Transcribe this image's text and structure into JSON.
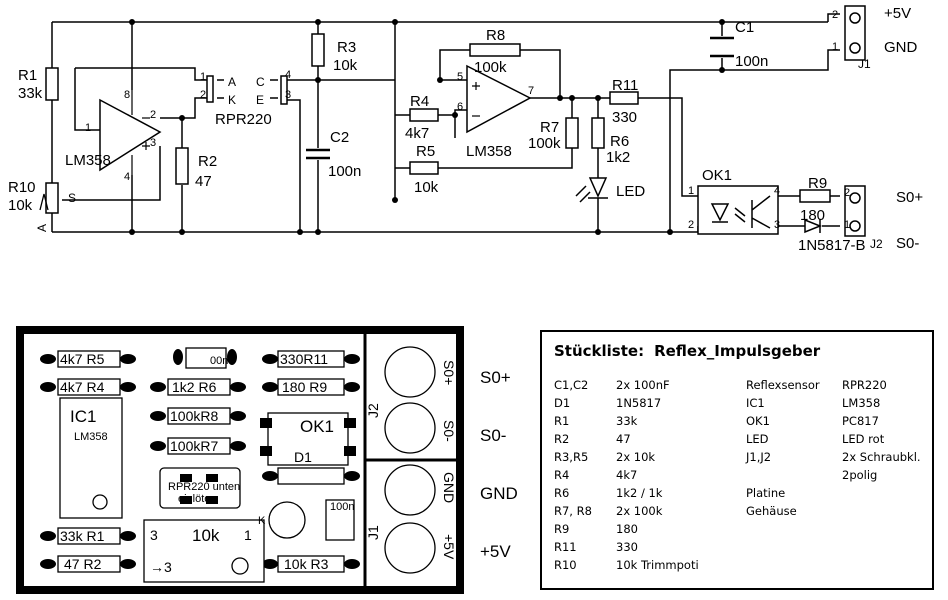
{
  "schematic": {
    "components": {
      "R1": {
        "ref": "R1",
        "value": "33k"
      },
      "R2": {
        "ref": "R2",
        "value": "47"
      },
      "R3": {
        "ref": "R3",
        "value": "10k"
      },
      "R4": {
        "ref": "R4",
        "value": "4k7"
      },
      "R5": {
        "ref": "R5",
        "value": "10k"
      },
      "R6": {
        "ref": "R6",
        "value": "1k2"
      },
      "R7": {
        "ref": "R7",
        "value": "100k"
      },
      "R8": {
        "ref": "R8",
        "value": "100k"
      },
      "R9": {
        "ref": "R9",
        "value": "180"
      },
      "R10": {
        "ref": "R10",
        "value": "10k",
        "wiper": "S",
        "end": "A"
      },
      "R11": {
        "ref": "R11",
        "value": "330"
      },
      "C1": {
        "ref": "C1",
        "value": "100n"
      },
      "C2": {
        "ref": "C2",
        "value": "100n"
      },
      "U1": {
        "ref": "LM358"
      },
      "U2": {
        "ref": "LM358"
      },
      "sensor": {
        "ref": "RPR220",
        "pinA": "A",
        "pinK": "K",
        "pinC": "C",
        "pinE": "E"
      },
      "OK1": {
        "ref": "OK1"
      },
      "D1": {
        "ref": "1N5817-B"
      },
      "led": {
        "ref": "LED"
      },
      "J1": {
        "ref": "J1"
      },
      "J2": {
        "ref": "J2"
      }
    },
    "pins": [
      "1",
      "2",
      "3",
      "4",
      "5",
      "6",
      "7",
      "8"
    ],
    "nets": {
      "vcc": "+5V",
      "gnd": "GND",
      "s0p": "S0+",
      "s0m": "S0-"
    }
  },
  "pcb": {
    "r5": "4k7 R5",
    "r4": "4k7 R4",
    "r6": "1k2 R6",
    "r8": "100kR8",
    "r7": "100kR7",
    "r11": "330R11",
    "r9": "180 R9",
    "r1": "33k R1",
    "r2": "47 R2",
    "r3": "10k R3",
    "ic1": "IC1",
    "ic1_type": "LM358",
    "ok1": "OK1",
    "d1": "D1",
    "c2": "00n",
    "c1": "100n",
    "sensor_note_1": "RPR220 unten",
    "sensor_note_2": "einlöten",
    "pot_3": "3",
    "pot_value": "10k",
    "pot_1": "1",
    "pot_arrow": "→3",
    "pot_k": "K",
    "j1": "J1",
    "j2": "J2",
    "pad_s0p": "S0+",
    "pad_s0m": "S0-",
    "pad_gnd": "GND",
    "pad_5v": "+5V",
    "lbl_s0p": "S0+",
    "lbl_s0m": "S0-",
    "lbl_gnd": "GND",
    "lbl_5v": "+5V"
  },
  "bom": {
    "title_1": "Stückliste:",
    "title_2": "Reflex_Impulsgeber",
    "rows": [
      [
        "C1,C2",
        "2x  100nF",
        "Reflexsensor",
        "RPR220"
      ],
      [
        "D1",
        "1N5817",
        "IC1",
        "LM358"
      ],
      [
        "R1",
        "33k",
        "OK1",
        "PC817"
      ],
      [
        "R2",
        "47",
        "LED",
        "LED rot"
      ],
      [
        "R3,R5",
        "2x  10k",
        " J1,J2",
        "2x  Schraubkl."
      ],
      [
        "R4",
        "4k7",
        "",
        "2polig"
      ],
      [
        "R6",
        "1k2 / 1k",
        "Platine",
        ""
      ],
      [
        "R7, R8",
        "2x  100k",
        "Gehäuse",
        ""
      ],
      [
        "R9",
        "180",
        "",
        ""
      ],
      [
        "R11",
        "330",
        "",
        ""
      ],
      [
        "R10",
        "  10k Trimmpoti",
        "",
        ""
      ]
    ]
  }
}
